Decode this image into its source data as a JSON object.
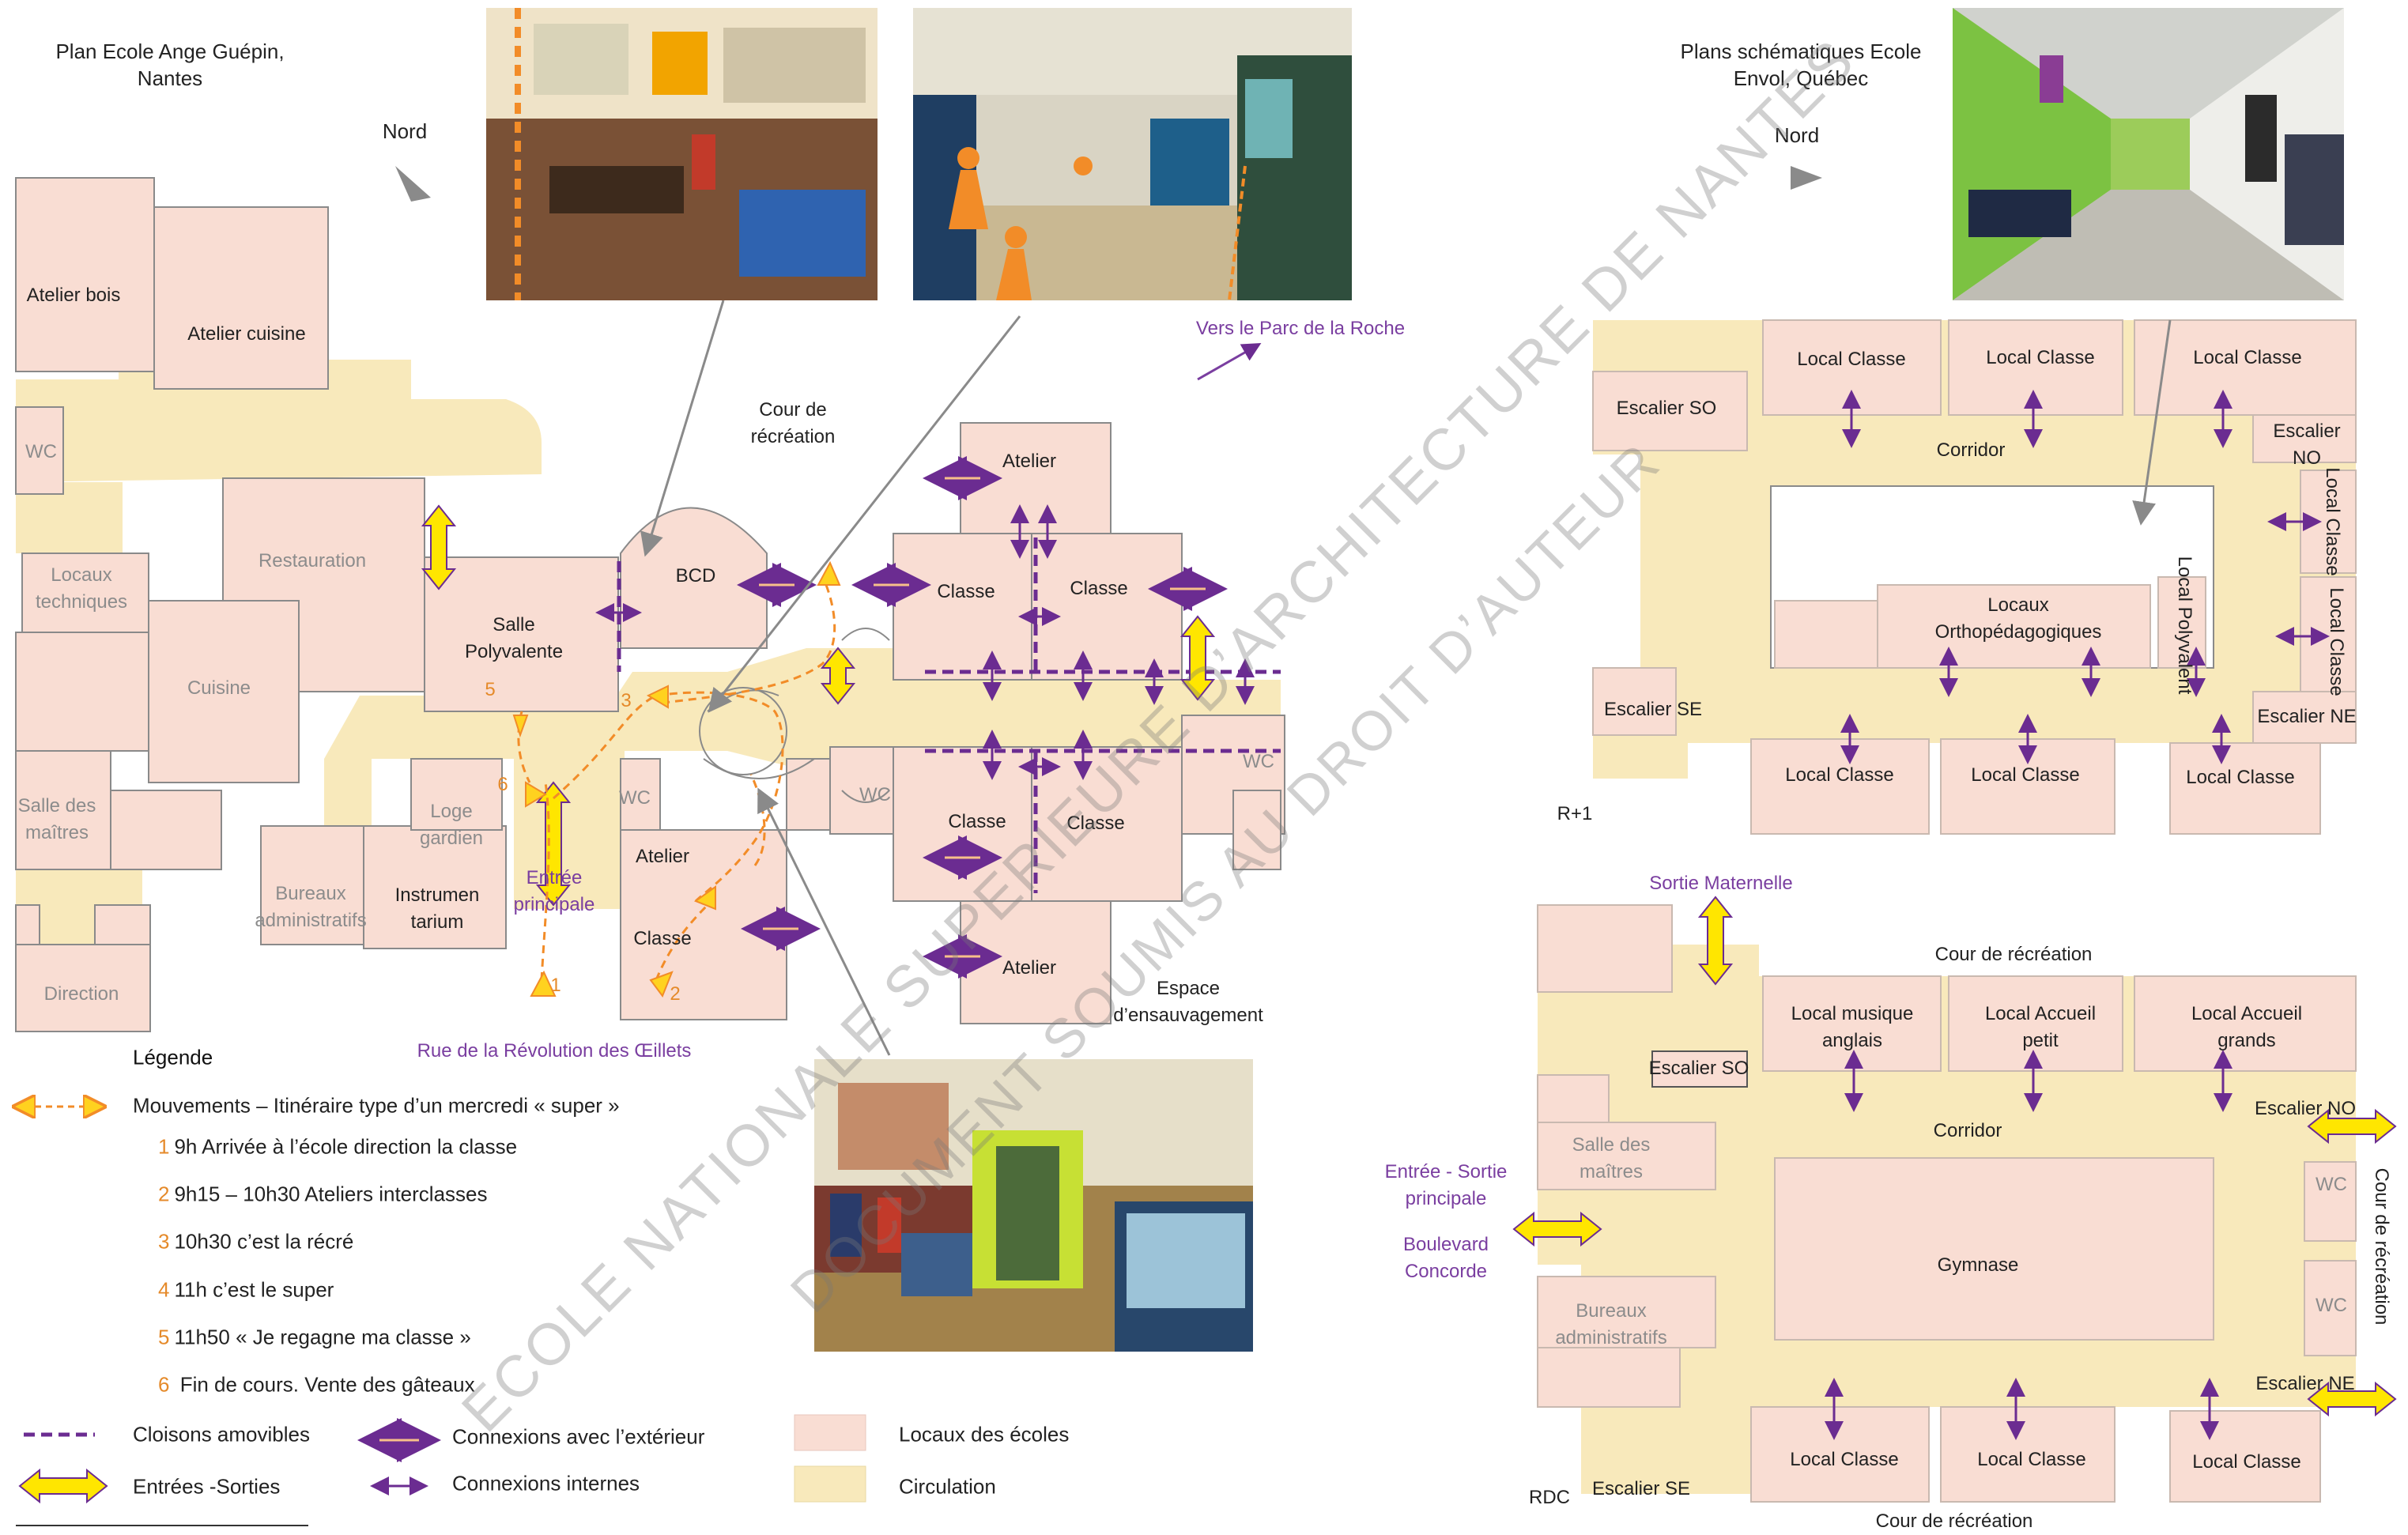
{
  "left_plan": {
    "title": "Plan Ecole Ange Guépin,\nNantes",
    "north": "Nord",
    "rooms": {
      "atelier_bois": "Atelier bois",
      "atelier_cuisine": "Atelier cuisine",
      "wc_a": "WC",
      "locaux_techniques": "Locaux\ntechniques",
      "restauration": "Restauration",
      "cuisine": "Cuisine",
      "salle_polyvalente": "Salle\nPolyvalente",
      "salle_des_maitres": "Salle des\nmaîtres",
      "loge_gardien": "Loge\ngardien",
      "bureaux_administratifs": "Bureaux\nadministratifs",
      "instrumentarium": "Instrumen\ntarium",
      "direction": "Direction",
      "bcd": "BCD",
      "wc_b": "WC",
      "wc_c": "WC",
      "wc_d": "WC",
      "atelier_classe_top": "Atelier",
      "atelier_classe_bottom": "Classe",
      "atelier_north": "Atelier",
      "classe_1": "Classe",
      "classe_2": "Classe",
      "classe_3": "Classe",
      "classe_4": "Classe",
      "atelier_south": "Atelier"
    },
    "places": {
      "cour_de_recreation": "Cour de\nrécréation",
      "vers_parc": "Vers le Parc de la Roche",
      "entree_principale": "Entrée\nprincipale",
      "rue": "Rue de la Révolution des Œillets",
      "espace": "Espace\nd’ensauvagement"
    },
    "route_markers": [
      "1",
      "2",
      "3",
      "5",
      "6"
    ]
  },
  "legend": {
    "title": "Légende",
    "movements": "Mouvements – Itinéraire type d’un mercredi « super »",
    "steps": [
      {
        "num": "1",
        "text": "9h Arrivée à l’école direction la classe"
      },
      {
        "num": "2",
        "text": "9h15 – 10h30 Ateliers interclasses"
      },
      {
        "num": "3",
        "text": "10h30 c’est la récré"
      },
      {
        "num": "4",
        "text": "11h c’est le super"
      },
      {
        "num": "5",
        "text": "11h50 « Je regagne ma classe »"
      },
      {
        "num": "6",
        "text": " Fin de cours. Vente des gâteaux"
      }
    ],
    "cloisons": "Cloisons amovibles",
    "connexions_ext": "Connexions avec l’extérieur",
    "locaux": "Locaux des écoles",
    "entrees": "Entrées -Sorties",
    "connexions_int": "Connexions internes",
    "circulation": "Circulation"
  },
  "right_plan": {
    "title": "Plans schématiques Ecole\nEnvol, Québec",
    "north": "Nord",
    "upper": {
      "level": "R+1",
      "escalier_so": "Escalier SO",
      "escalier_no": "Escalier NO",
      "escalier_se": "Escalier SE",
      "escalier_ne": "Escalier NE",
      "corridor": "Corridor",
      "local_classe": "Local Classe",
      "locaux_ortho": "Locaux\nOrthopédagogiques",
      "local_polyvalent": "Local\nPolyvalent"
    },
    "ground": {
      "level": "RDC",
      "sortie_maternelle": "Sortie Maternelle",
      "cour_north": "Cour de récréation",
      "cour_south": "Cour de récréation",
      "cour_east": "Cour de récréation",
      "local_musique": "Local musique\nanglais",
      "local_accueil_petit": "Local Accueil\npetit",
      "local_accueil_grands": "Local Accueil\ngrands",
      "escalier_so": "Escalier SO",
      "escalier_no": "Escalier NO",
      "escalier_ne": "Escalier NE",
      "escalier_se": "Escalier SE",
      "corridor": "Corridor",
      "salle_des_maitres": "Salle des\nmaîtres",
      "entree_sortie": "Entrée  - Sortie\nprincipale",
      "boulevard": "Boulevard\nConcorde",
      "gymnase": "Gymnase",
      "bureaux": "Bureaux\nadministratifs",
      "wc": "WC",
      "local_classe": "Local Classe"
    }
  },
  "watermark": {
    "line1": "ECOLE NATIONALE SUPERIEURE D’ARCHITECTURE DE NANTES",
    "line2": "DOCUMENT SOUMIS AU DROIT D’AUTEUR"
  },
  "colors": {
    "room": "#f9ddd3",
    "circulation": "#f8e9bb",
    "wall": "#8a8a8a",
    "purple": "#6b2c91",
    "yellow_arrow": "#ffe600",
    "orange": "#f28c28"
  }
}
